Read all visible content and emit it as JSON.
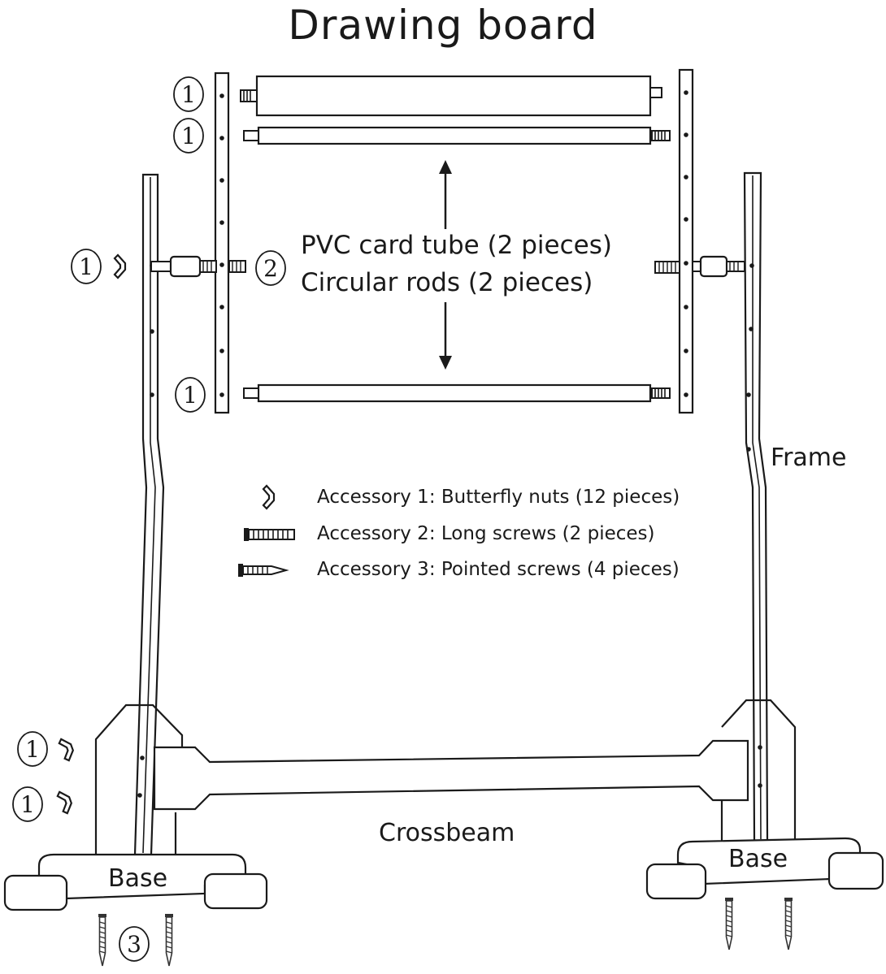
{
  "title": "Drawing board",
  "center_labels": {
    "line1": "PVC card tube (2 pieces)",
    "line2": "Circular rods (2 pieces)"
  },
  "part_labels": {
    "frame": "Frame",
    "crossbeam": "Crossbeam",
    "base_left": "Base",
    "base_right": "Base"
  },
  "accessories": [
    {
      "label": "Accessory 1: Butterfly nuts (12 pieces)",
      "icon": "butterfly-nut-icon"
    },
    {
      "label": "Accessory 2: Long screws (2 pieces)",
      "icon": "long-screw-icon"
    },
    {
      "label": "Accessory 3: Pointed screws (4 pieces)",
      "icon": "pointed-screw-icon"
    }
  ],
  "callouts": {
    "one": "①",
    "two": "②",
    "three": "③"
  },
  "colors": {
    "ink": "#1a1a1a",
    "paper": "#ffffff"
  }
}
